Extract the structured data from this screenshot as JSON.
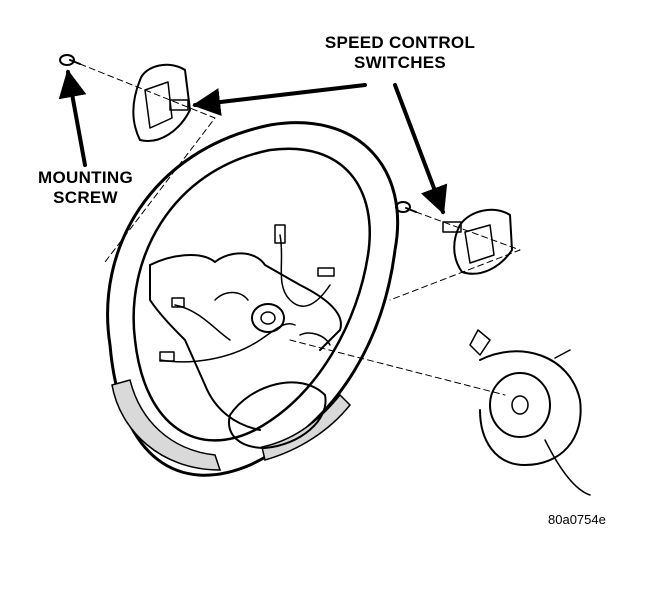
{
  "labels": {
    "speed_control_line1": "SPEED CONTROL",
    "speed_control_line2": "SWITCHES",
    "mounting_line1": "MOUNTING",
    "mounting_line2": "SCREW"
  },
  "figure_code": "80a0754e",
  "colors": {
    "ink": "#000000",
    "paper": "#ffffff",
    "wheel_shade": "#d9d9d9"
  }
}
